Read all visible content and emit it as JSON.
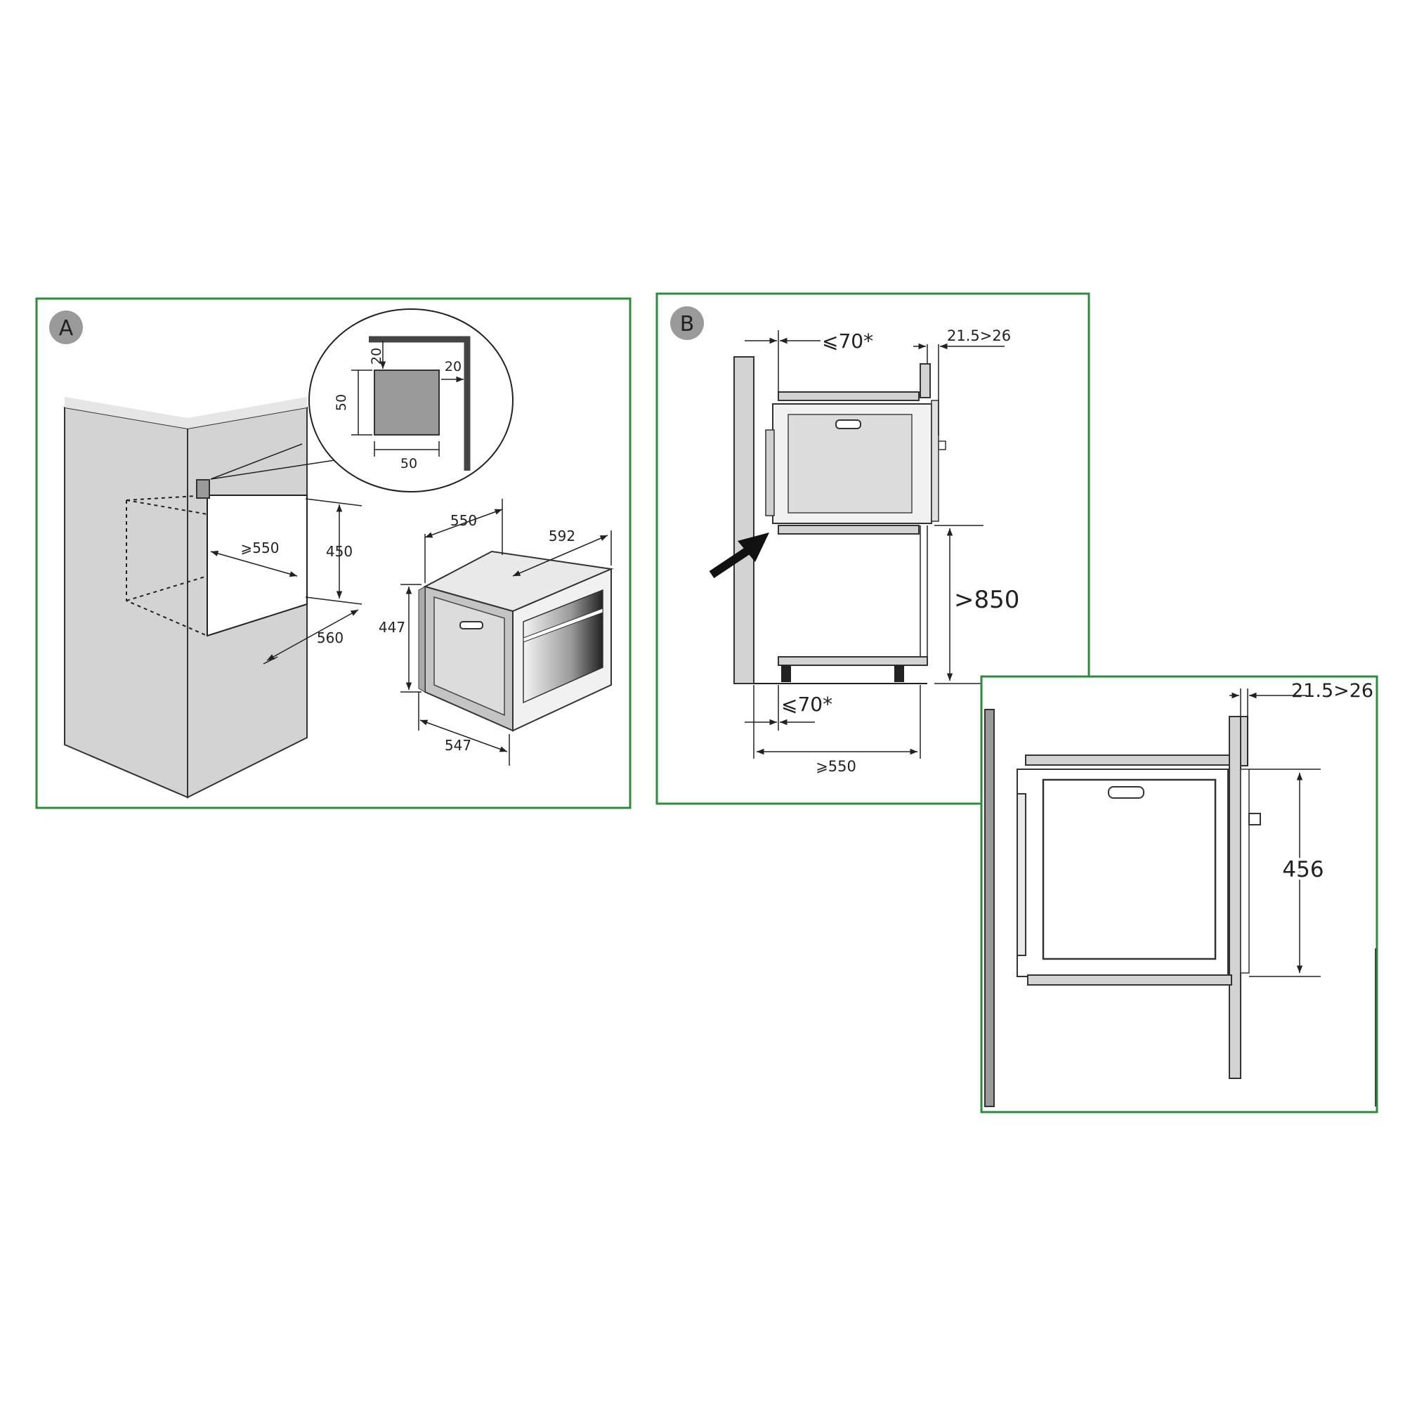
{
  "panelA": {
    "badge": "A",
    "detail": {
      "top": "20",
      "right": "20",
      "height": "50",
      "width": "50"
    },
    "cabinet": {
      "depth": "⩾550",
      "height": "450",
      "width": "560"
    },
    "oven": {
      "depth_top": "550",
      "width": "592",
      "height": "447",
      "depth_bottom": "547"
    }
  },
  "panelB": {
    "badge": "B",
    "top_gap": "⩽70*",
    "flange": "21.5>26",
    "height": ">850",
    "bottom_gap": "⩽70*",
    "depth": "⩾550"
  },
  "panelC": {
    "flange": "21.5>26",
    "height": "456"
  }
}
